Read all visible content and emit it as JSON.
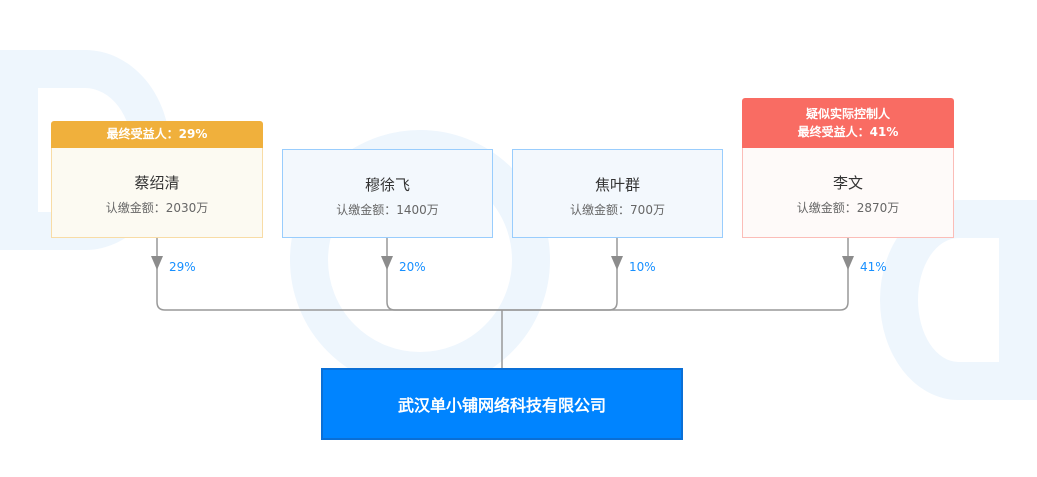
{
  "shareholders": [
    {
      "name": "蔡绍清",
      "amount": "认缴金额：2030万",
      "percent": "29%",
      "badge": [
        "最终受益人：29%"
      ]
    },
    {
      "name": "穆徐飞",
      "amount": "认缴金额：1400万",
      "percent": "20%"
    },
    {
      "name": "焦叶群",
      "amount": "认缴金额：700万",
      "percent": "10%"
    },
    {
      "name": "李文",
      "amount": "认缴金额：2870万",
      "percent": "41%",
      "badge": [
        "疑似实际控制人",
        "最终受益人：41%"
      ]
    }
  ],
  "company": {
    "name": "武汉单小铺网络科技有限公司"
  },
  "colors": {
    "beneficiary": "#f0b03c",
    "controller": "#f96c63",
    "normal_border": "#99cdfd",
    "company": "#0084ff",
    "percent": "#1890ff"
  }
}
